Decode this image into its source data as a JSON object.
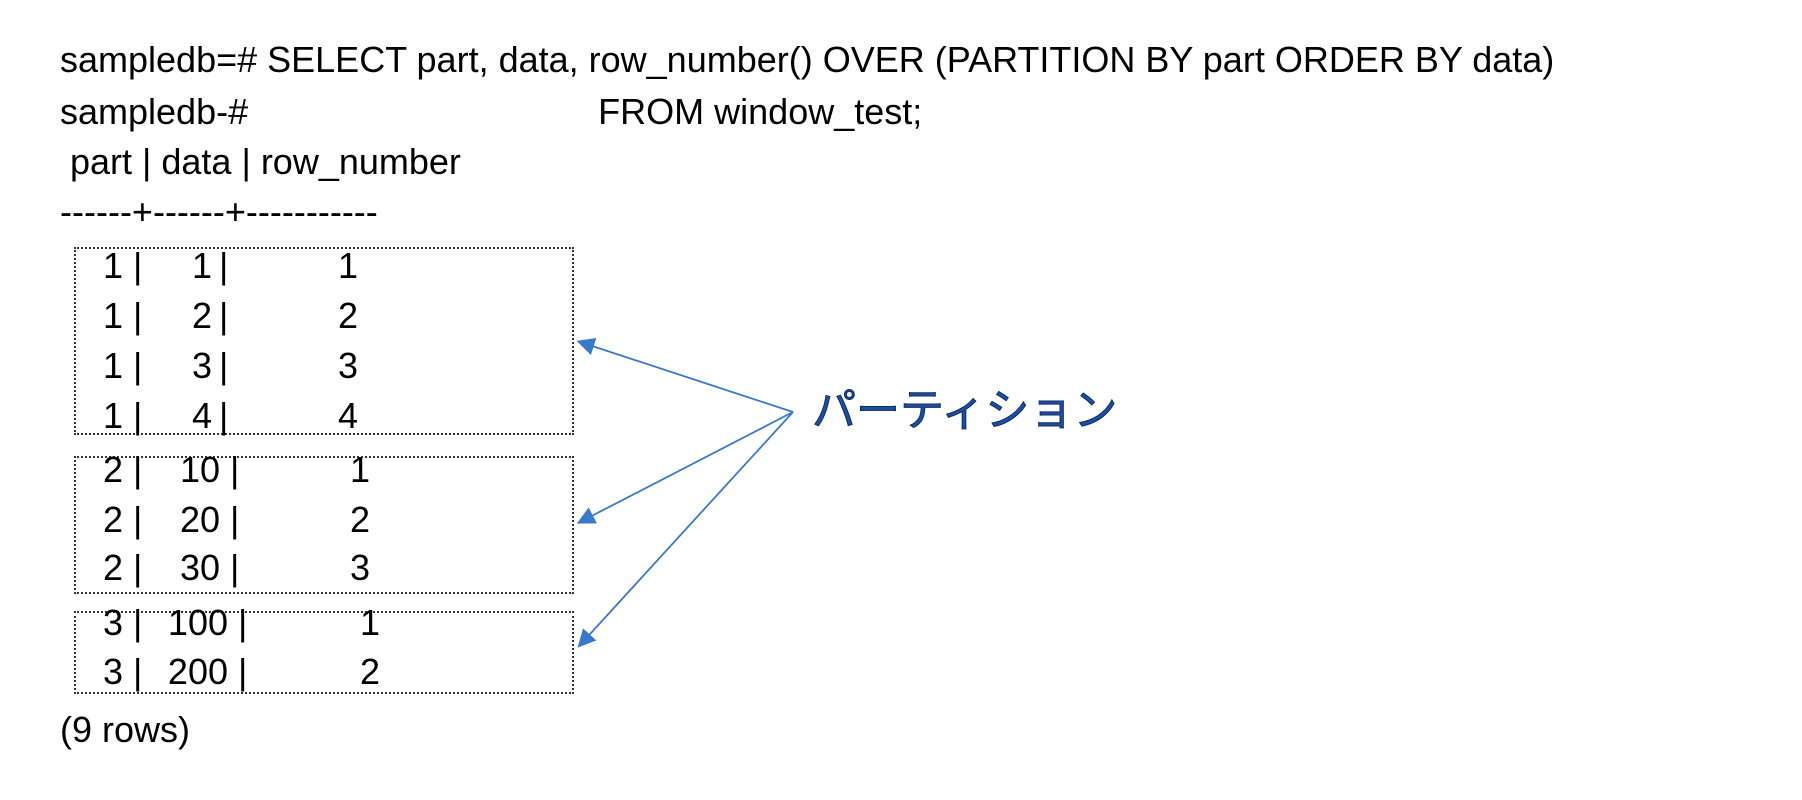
{
  "query_lines": [
    "sampledb=# SELECT part, data, row_number() OVER (PARTITION BY part ORDER BY data)",
    "sampledb-#                                   FROM window_test;"
  ],
  "header": " part | data | row_number",
  "separator": "------+------+-----------",
  "rows": [
    {
      "part": "1",
      "data": "1",
      "row_number": "1"
    },
    {
      "part": "1",
      "data": "2",
      "row_number": "2"
    },
    {
      "part": "1",
      "data": "3",
      "row_number": "3"
    },
    {
      "part": "1",
      "data": "4",
      "row_number": "4"
    },
    {
      "part": "2",
      "data": "10",
      "row_number": "1"
    },
    {
      "part": "2",
      "data": "20",
      "row_number": "2"
    },
    {
      "part": "2",
      "data": "30",
      "row_number": "3"
    },
    {
      "part": "3",
      "data": "100",
      "row_number": "1"
    },
    {
      "part": "3",
      "data": "200",
      "row_number": "2"
    }
  ],
  "cell_separator": "|",
  "footer": "(9 rows)",
  "annotation": "パーティション",
  "colors": {
    "arrow": "#3a78c9",
    "label": "#1f4e9c",
    "box_border": "#333333"
  }
}
